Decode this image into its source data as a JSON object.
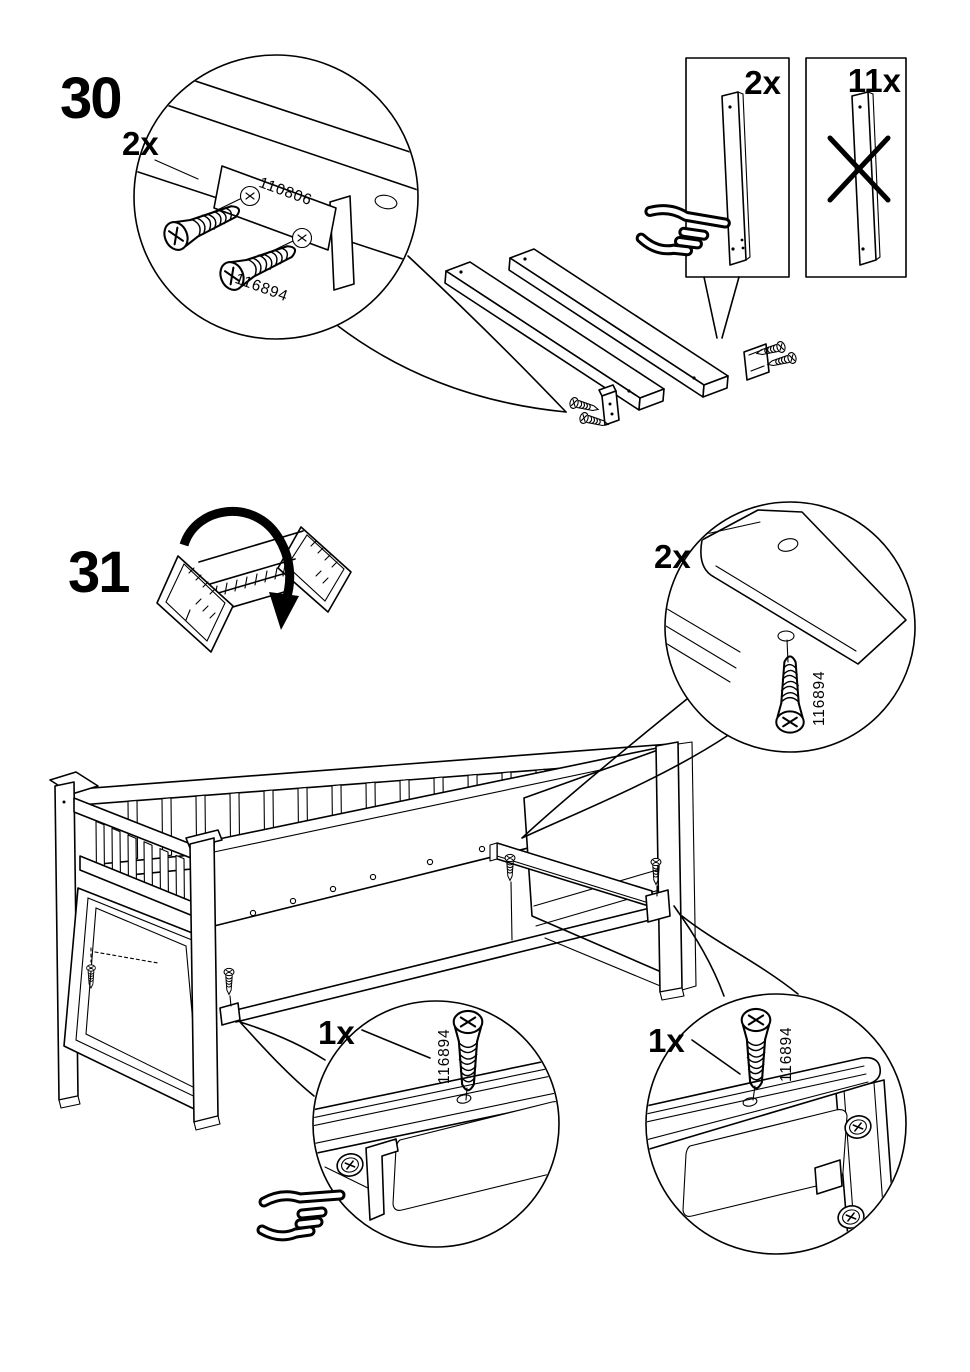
{
  "page": {
    "background_color": "#ffffff",
    "ink_color": "#000000",
    "type": "assembly-instruction-page"
  },
  "step30": {
    "number": "30",
    "detail": {
      "qty": "2x",
      "bracket_part": "110806",
      "screw_part": "116894",
      "icons": [
        "magnifier-detail-circle",
        "bracket-icon",
        "screw-icon"
      ]
    },
    "keep_box": {
      "qty": "2x",
      "icons": [
        "slat-icon",
        "hand-point-icon"
      ]
    },
    "discard_box": {
      "qty": "11x",
      "icons": [
        "slat-icon",
        "cross-out-icon"
      ]
    }
  },
  "step31": {
    "number": "31",
    "flip_icon": "flip-over-arrow-icon",
    "corner_detail": {
      "qty": "2x",
      "part": "116894",
      "icons": [
        "magnifier-detail-circle",
        "screw-icon"
      ]
    },
    "left_detail": {
      "qty": "1x",
      "part": "116894",
      "icons": [
        "magnifier-detail-circle",
        "screw-icon",
        "hand-point-icon"
      ]
    },
    "right_detail": {
      "qty": "1x",
      "part": "116894",
      "icons": [
        "magnifier-detail-circle",
        "screw-icon"
      ]
    }
  }
}
